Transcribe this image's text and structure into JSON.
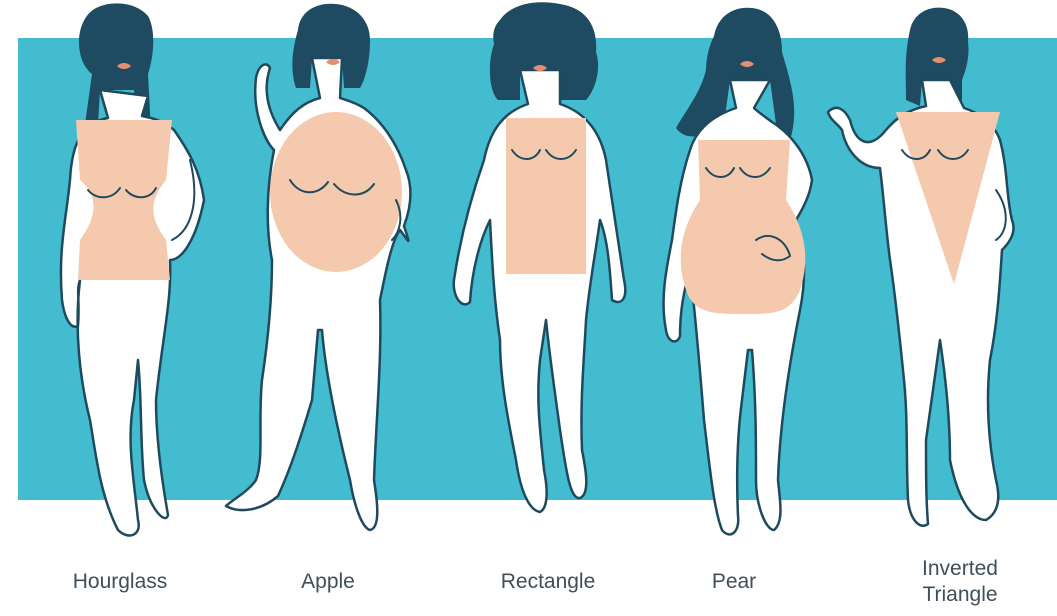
{
  "colors": {
    "backdrop": "#43bccf",
    "body_fill": "#ffffff",
    "body_outline": "#1f4a5e",
    "hair": "#1e4b62",
    "highlight": "#f4c9ad",
    "lips": "#e58f71",
    "label_text": "#3f4f5a"
  },
  "figures": [
    {
      "id": "hourglass",
      "label_lines": [
        "Hourglass"
      ],
      "highlight_shape": "hourglass",
      "hair_style": "straight-bangs"
    },
    {
      "id": "apple",
      "label_lines": [
        "Apple"
      ],
      "highlight_shape": "oval",
      "hair_style": "bob"
    },
    {
      "id": "rectangle",
      "label_lines": [
        "Rectangle"
      ],
      "highlight_shape": "rectangle",
      "hair_style": "curly"
    },
    {
      "id": "pear",
      "label_lines": [
        "Pear"
      ],
      "highlight_shape": "pear",
      "hair_style": "wavy"
    },
    {
      "id": "inverted-triangle",
      "label_lines": [
        "Inverted",
        "Triangle"
      ],
      "highlight_shape": "inverted-triangle",
      "hair_style": "braid"
    }
  ]
}
